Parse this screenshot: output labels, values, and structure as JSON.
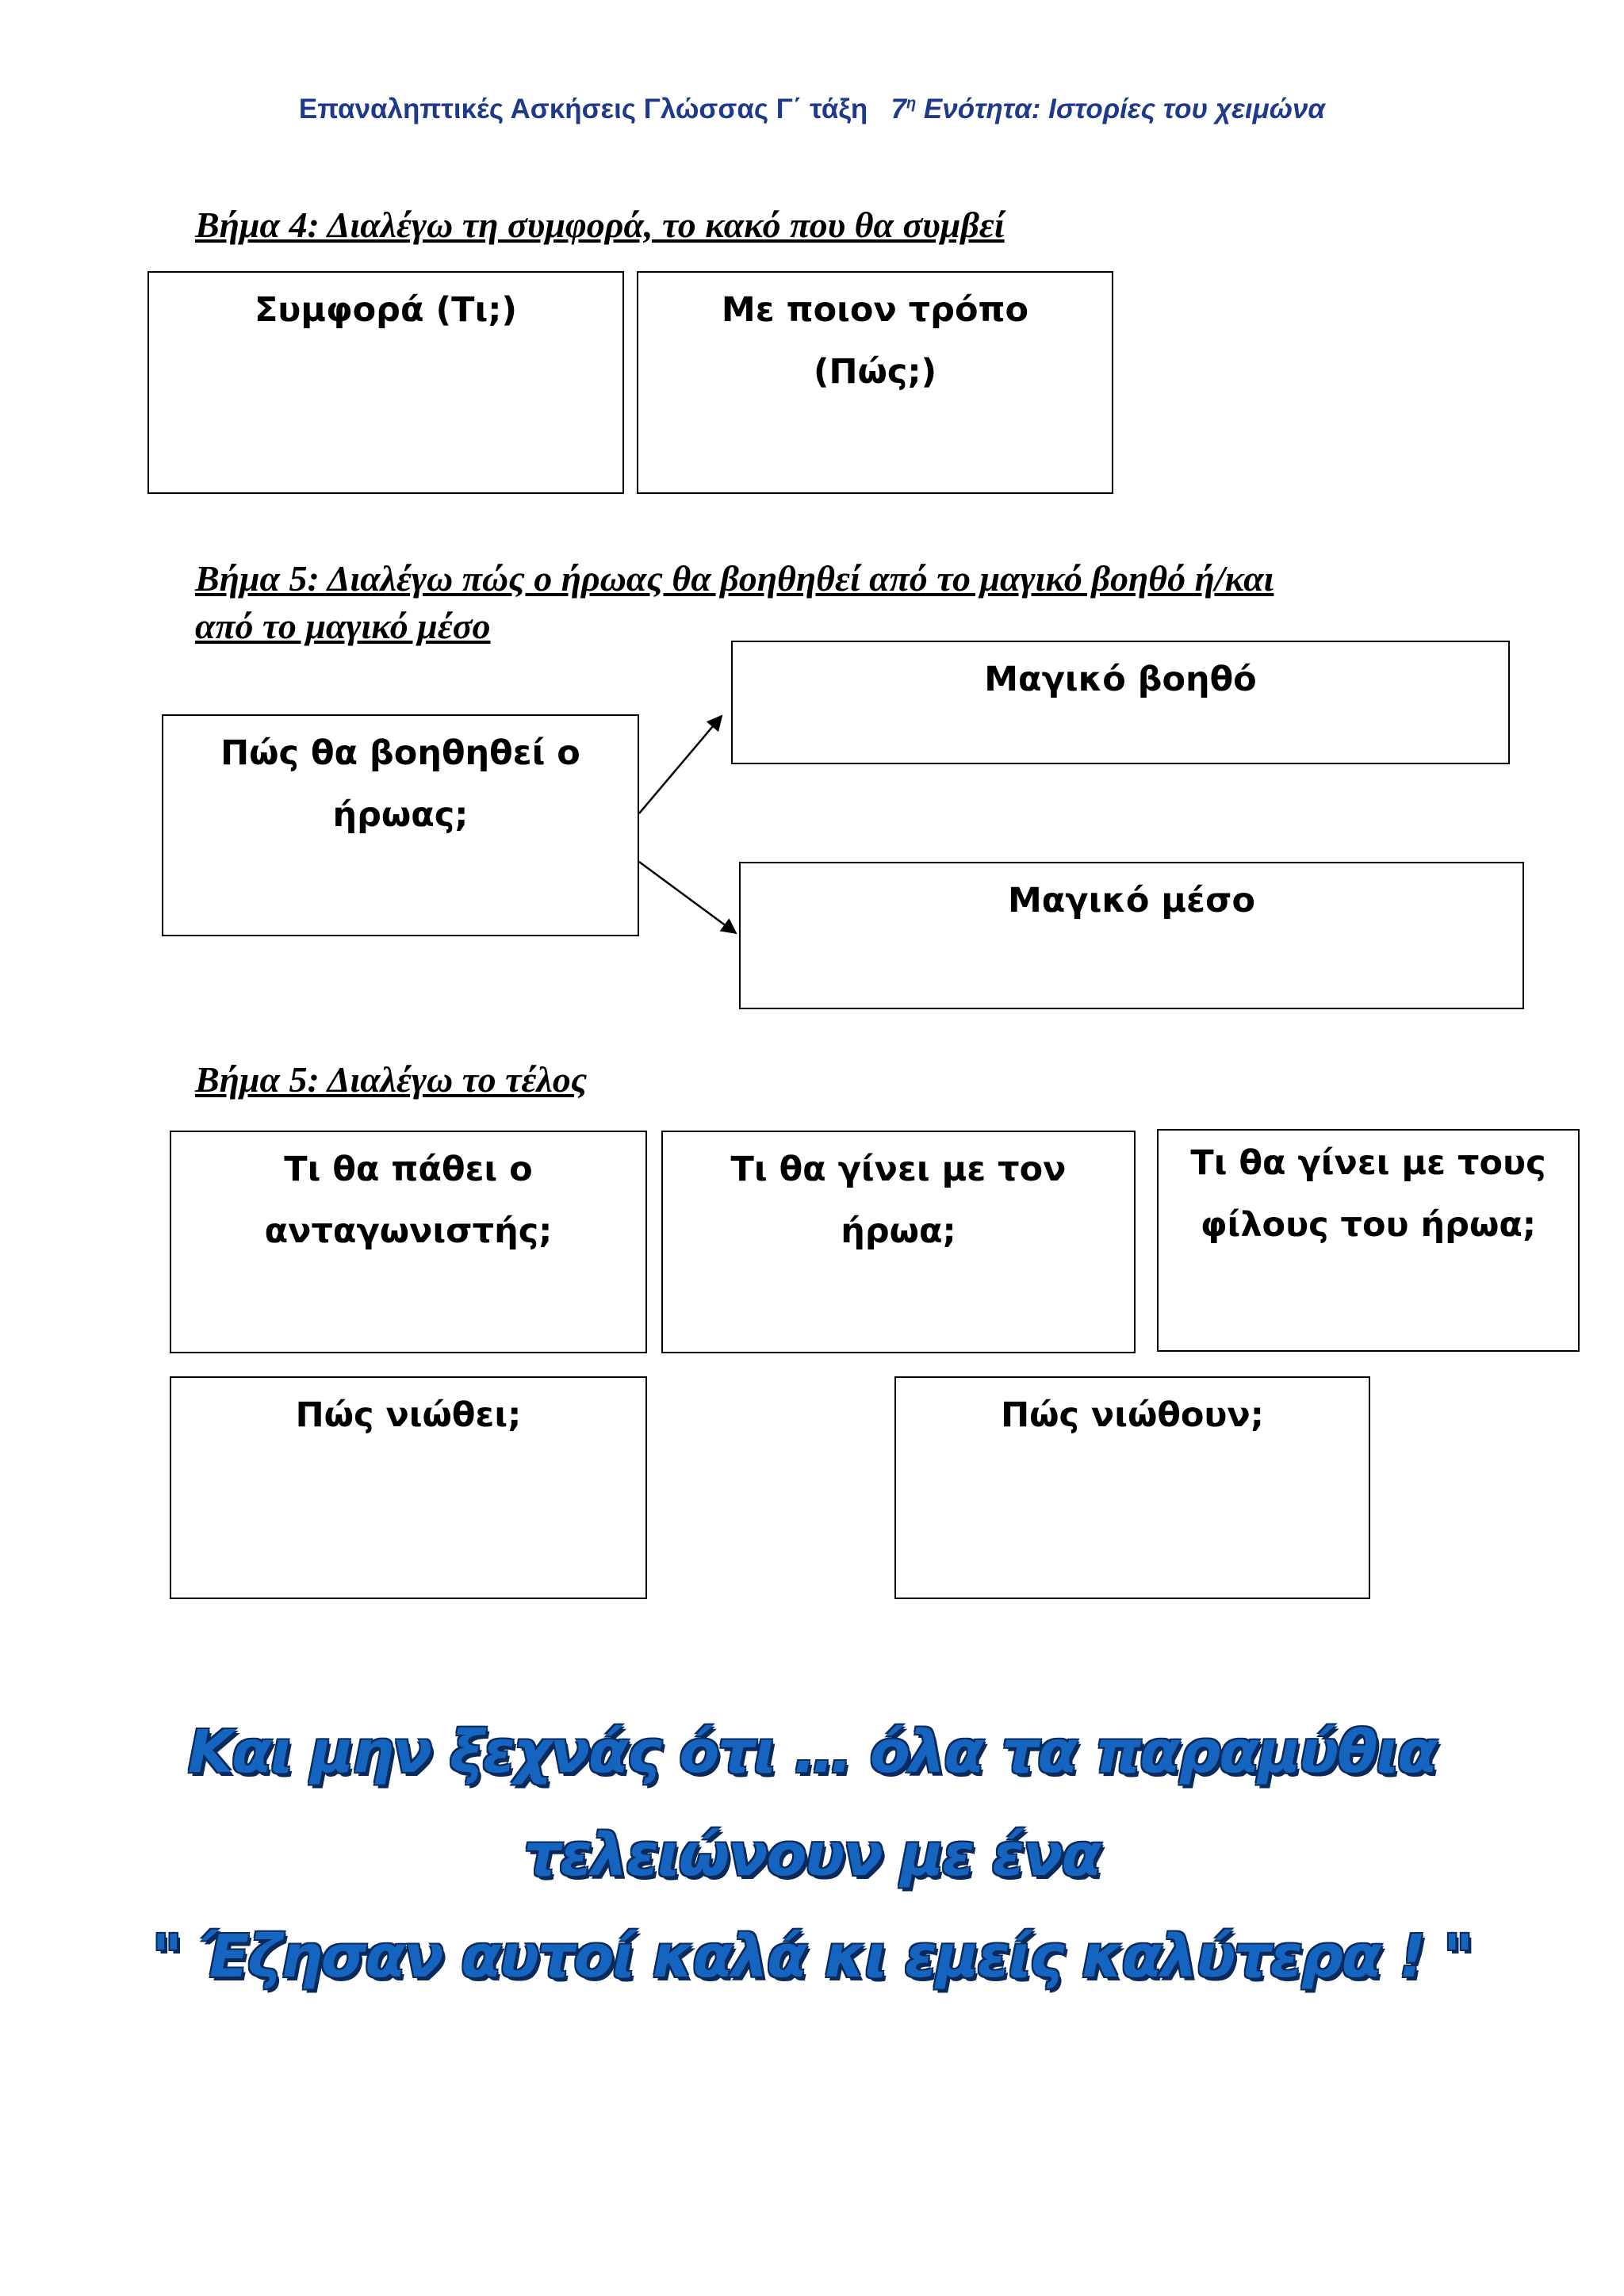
{
  "header": {
    "left": "Επαναληπτικές Ασκήσεις Γλώσσας  Γ΄ τάξη",
    "sup_num": "7",
    "sup": "η",
    "right": "Ενότητα: Ιστορίες του χειμώνα"
  },
  "step4": {
    "heading": "Βήμα 4: Διαλέγω τη συμφορά, το κακό που θα συμβεί",
    "box_what": "Συμφορά (Τι;)",
    "box_how": "Με ποιον τρόπο (Πώς;)"
  },
  "step5_help": {
    "heading_line1": "Βήμα 5: Διαλέγω πώς ο ήρωας θα βοηθηθεί από το μαγικό βοηθό ή/και",
    "heading_line2": "από το μαγικό μέσο",
    "box_how_helped_line1": "Πώς θα βοηθηθεί  ο",
    "box_how_helped_line2": "ήρωας;",
    "box_magic_helper": "Μαγικό  βοηθό",
    "box_magic_means": "Μαγικό  μέσο"
  },
  "step5_end": {
    "heading": "Βήμα 5: Διαλέγω το τέλος",
    "box_antagonist_line1": "Τι θα πάθει ο",
    "box_antagonist_line2": "ανταγωνιστής;",
    "box_hero_line1": "Τι θα γίνει με τον",
    "box_hero_line2": "ήρωα;",
    "box_friends_line1": "Τι θα γίνει με τους",
    "box_friends_line2": "φίλους του ήρωα;",
    "box_feels": "Πώς νιώθει;",
    "box_they_feel": "Πώς νιώθουν;"
  },
  "closing": {
    "line1": "Και μην ξεχνάς ότι … όλα τα παραμύθια",
    "line2": "τελειώνουν με ένα",
    "line3": "\" Έζησαν αυτοί καλά κι εμείς καλύτερα ! \""
  },
  "colors": {
    "header": "#1f3a8a",
    "closing_fill": "#1565c0",
    "closing_outline": "#0a2a5c"
  }
}
